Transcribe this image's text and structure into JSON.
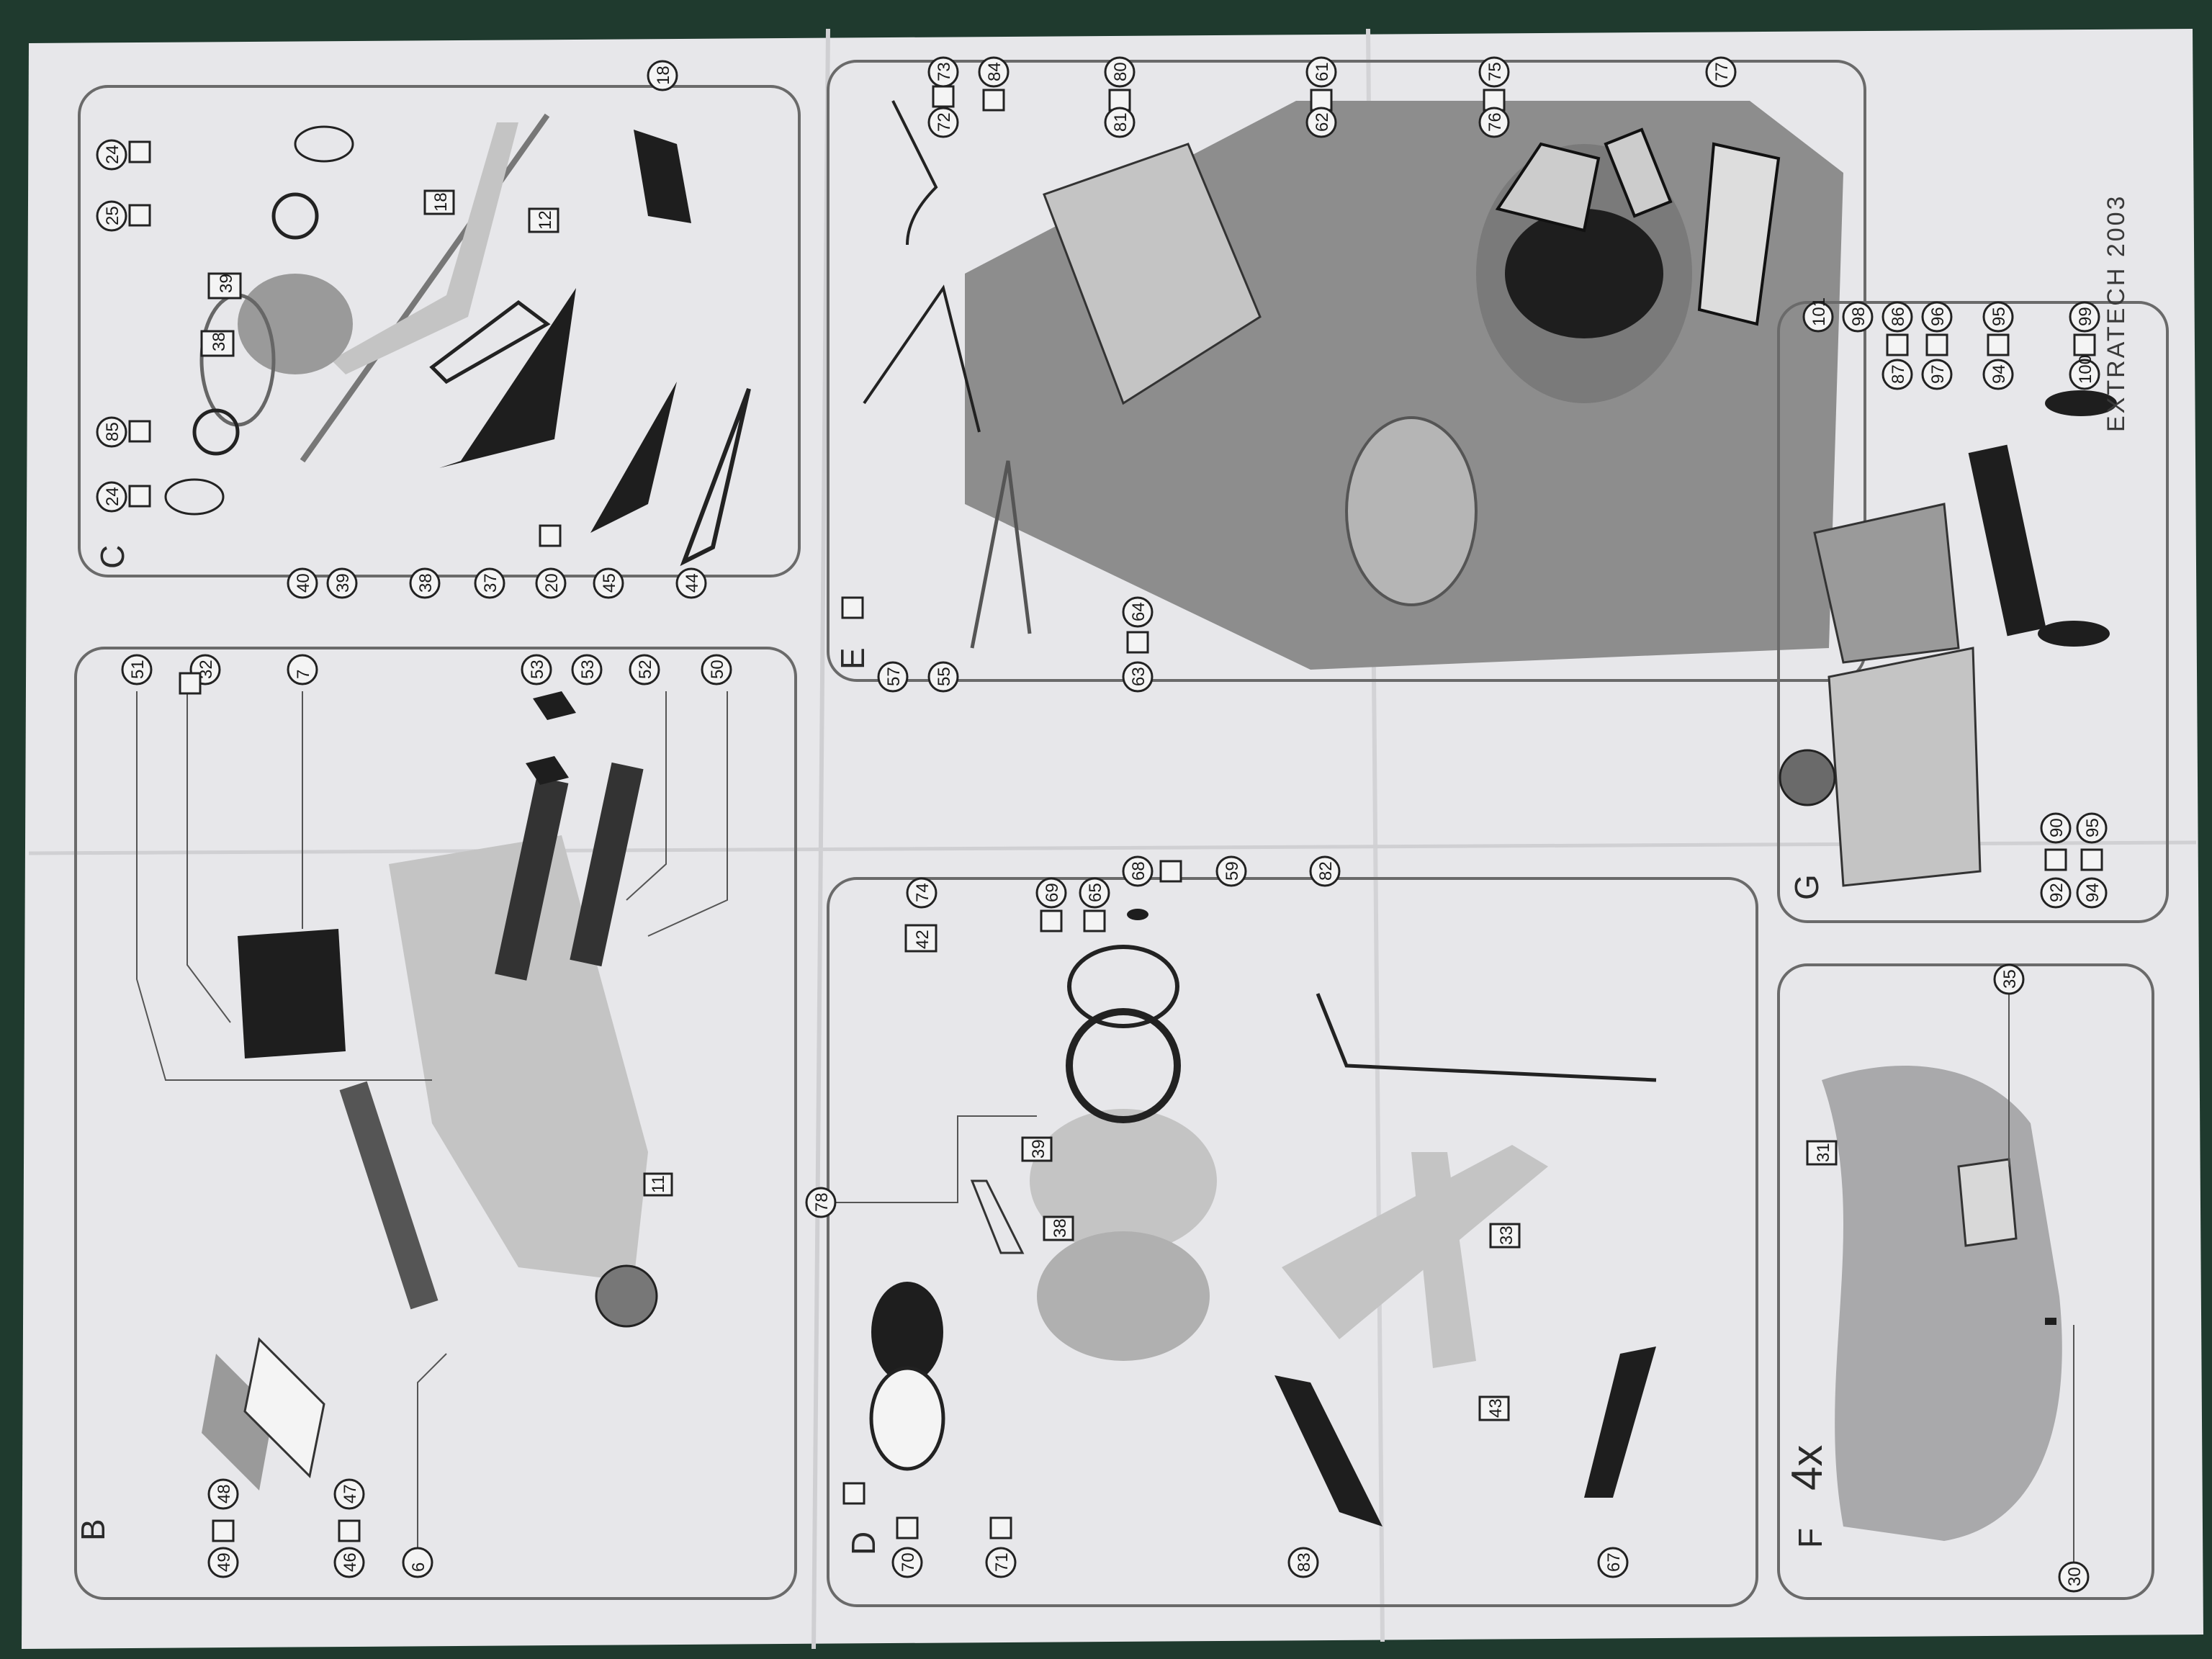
{
  "panels": {
    "B": {
      "letter": "B",
      "parts": [
        "51",
        "32",
        "7",
        "53",
        "53",
        "52",
        "50",
        "11",
        "49",
        "48",
        "46",
        "47",
        "6"
      ]
    },
    "C": {
      "letter": "C",
      "parts": [
        "24",
        "25",
        "39",
        "38",
        "85",
        "24",
        "18",
        "18",
        "12",
        "40",
        "39",
        "38",
        "37",
        "20",
        "45",
        "44"
      ]
    },
    "D": {
      "letter": "D",
      "parts": [
        "74",
        "42",
        "69",
        "65",
        "68",
        "59",
        "82",
        "78",
        "39",
        "38",
        "33",
        "70",
        "71",
        "43",
        "83",
        "67"
      ]
    },
    "E": {
      "letter": "E",
      "parts": [
        "73",
        "72",
        "84",
        "80",
        "81",
        "61",
        "62",
        "75",
        "76",
        "77",
        "57",
        "55",
        "64",
        "63"
      ]
    },
    "F": {
      "letter": "F",
      "multiplier": "4x",
      "parts": [
        "35",
        "31",
        "30"
      ]
    },
    "G": {
      "letter": "G",
      "parts": [
        "101",
        "98",
        "86",
        "87",
        "96",
        "97",
        "95",
        "94",
        "99",
        "100",
        "92",
        "90",
        "94",
        "95"
      ]
    }
  },
  "credit": "EXTRATECH 2003",
  "icon_names": [
    "paint-can-icon",
    "rotate-arrow-icon",
    "mirror-x-icon"
  ],
  "colors": {
    "paper": "#e9e9ec",
    "ink": "#1e1e1e",
    "tone": "#9a9a9a",
    "background": "#1f3a2e"
  }
}
